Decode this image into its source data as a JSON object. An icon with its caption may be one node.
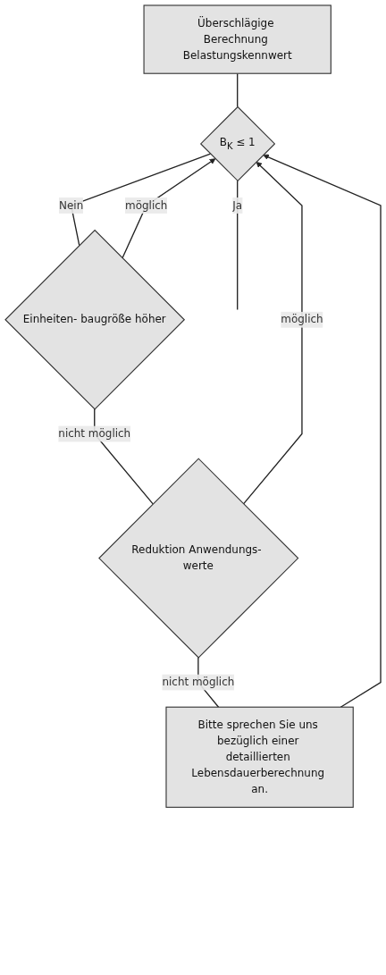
{
  "diagram": {
    "nodes": [
      {
        "text": [
          "Überschlägige Berechnung Belastungskennwert"
        ]
      },
      {
        "text": [
          "B$_{K}$ ≤ 1"
        ]
      },
      {
        "text": [
          "Einheiten- baugröße höher"
        ]
      },
      {
        "text": [
          "Reduktion Anwendungs- werte"
        ]
      },
      {
        "text": [
          "Bitte sprechen Sie uns bezüglich einer detaillierten Lebensdauerberechnung an."
        ]
      }
    ],
    "edges": [
      {
        "from": 0,
        "to": 1,
        "arrow": "none"
      },
      {
        "from": 1,
        "to": null,
        "label": "Ja",
        "arrow": "none"
      },
      {
        "from": 1,
        "to": 2,
        "label": "Nein",
        "arrow": "none"
      },
      {
        "from": 2,
        "to": 1,
        "label": "möglich",
        "arrow": "to"
      },
      {
        "from": 2,
        "to": 3,
        "label": "nicht möglich",
        "arrow": "none"
      },
      {
        "from": 3,
        "to": 1,
        "label": "möglich",
        "arrow": "to"
      },
      {
        "from": 3,
        "to": 4,
        "label": "nicht möglich",
        "arrow": "none"
      },
      {
        "from": 4,
        "to": 1,
        "arrow": "to"
      }
    ]
  }
}
